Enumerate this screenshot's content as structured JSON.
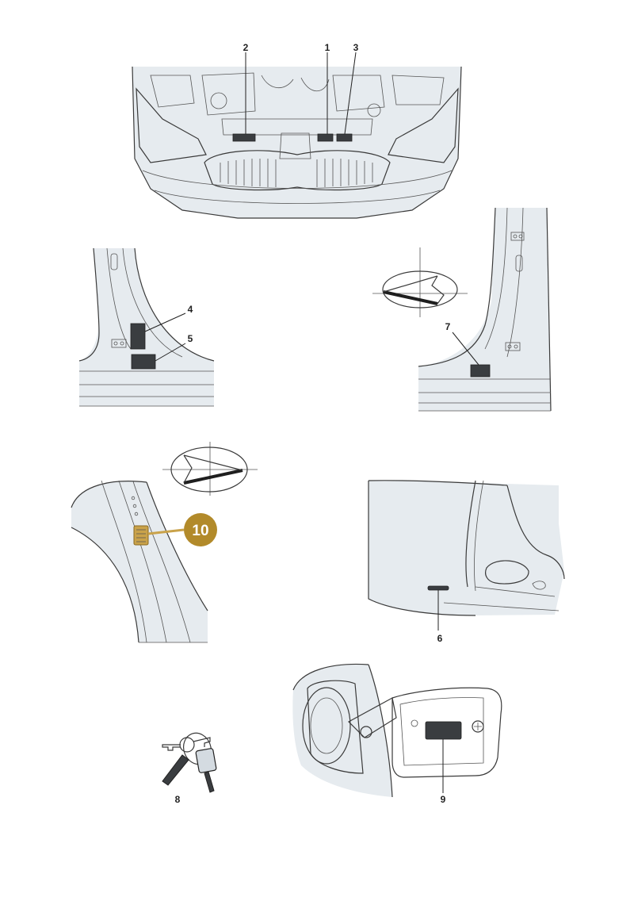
{
  "callouts": {
    "c1": "1",
    "c2": "2",
    "c3": "3",
    "c4": "4",
    "c5": "5",
    "c6": "6",
    "c7": "7",
    "c8": "8",
    "c9": "9",
    "c10": "10"
  },
  "highlight": {
    "callout": "10",
    "badge_color": "#b28a2a",
    "plate_color": "#c9a24a"
  },
  "colors": {
    "line": "#3a3a3a",
    "panel_fill": "#e6ebef",
    "label_plate": "#3a3d40"
  }
}
